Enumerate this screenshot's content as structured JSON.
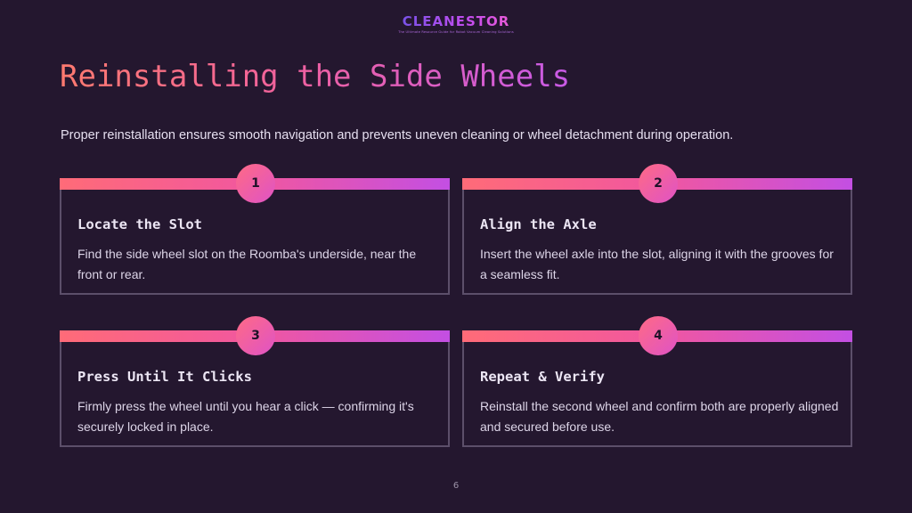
{
  "logo": {
    "text": "CLEANESTOR",
    "tagline": "The Ultimate Resource Guide for Robot Vacuum Cleaning Solutions"
  },
  "slide": {
    "title": "Reinstalling the Side Wheels",
    "subtitle": "Proper reinstallation ensures smooth navigation and prevents uneven cleaning or wheel detachment during operation.",
    "page_number": "6"
  },
  "steps": [
    {
      "number": "1",
      "title": "Locate the Slot",
      "description": "Find the side wheel slot on the Roomba's underside, near the front or rear."
    },
    {
      "number": "2",
      "title": "Align the Axle",
      "description": "Insert the wheel axle into the slot, aligning it with the grooves for a seamless fit."
    },
    {
      "number": "3",
      "title": "Press Until It Clicks",
      "description": "Firmly press the wheel until you hear a click — confirming it's securely locked in place."
    },
    {
      "number": "4",
      "title": "Repeat & Verify",
      "description": "Reinstall the second wheel and confirm both are properly aligned and secured before use."
    }
  ],
  "colors": {
    "background": "#24172f",
    "accent_start": "#ff6b78",
    "accent_end": "#c34fe3",
    "card_border": "#5c4f6a"
  }
}
